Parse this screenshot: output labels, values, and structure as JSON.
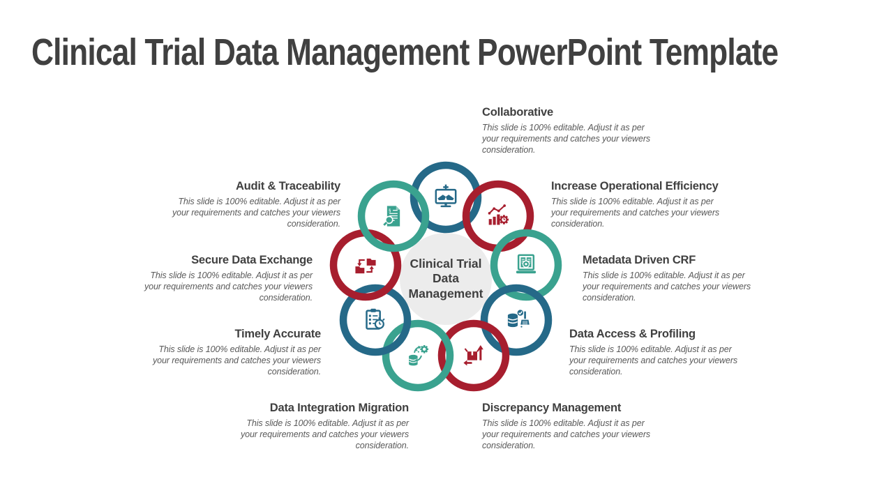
{
  "slide": {
    "title": "Clinical Trial Data Management PowerPoint Template"
  },
  "center": {
    "lines": [
      "Clinical Trial",
      "Data",
      "Management"
    ]
  },
  "colors": {
    "blue": "#256988",
    "red": "#A71E2E",
    "teal": "#3AA28F",
    "heading_text": "#404040",
    "body_text": "#595959",
    "center_circle_bg": "#ECECEC",
    "center_circle_text": "#3F3F3F",
    "background": "#FFFFFF"
  },
  "items": [
    {
      "label": "Collaborative",
      "description": "This slide is 100% editable. Adjust it as per your requirements and catches your viewers consideration.",
      "color": "#256988",
      "icon": "handshake-monitor-icon"
    },
    {
      "label": "Increase Operational Efficiency",
      "description": "This slide is 100% editable. Adjust it as per your requirements and catches your viewers consideration.",
      "color": "#A71E2E",
      "icon": "bar-chart-gear-icon"
    },
    {
      "label": "Metadata Driven CRF",
      "description": "This slide is 100% editable. Adjust it as per your requirements and catches your viewers consideration.",
      "color": "#3AA28F",
      "icon": "laptop-documents-gear-icon"
    },
    {
      "label": "Data Access & Profiling",
      "description": "This slide is 100% editable. Adjust it as per your requirements and catches your viewers consideration.",
      "color": "#256988",
      "icon": "database-check-broom-icon"
    },
    {
      "label": "Discrepancy Management",
      "description": "This slide is 100% editable. Adjust it as per your requirements and catches your viewers consideration.",
      "color": "#A71E2E",
      "icon": "package-arrows-icon"
    },
    {
      "label": "Data Integration Migration",
      "description": "This slide is 100% editable. Adjust it as per your requirements and catches your viewers consideration.",
      "color": "#3AA28F",
      "icon": "database-sync-gear-icon"
    },
    {
      "label": "Timely Accurate",
      "description": "This slide is 100% editable. Adjust it as per your requirements and catches your viewers consideration.",
      "color": "#256988",
      "icon": "checklist-stopwatch-icon"
    },
    {
      "label": "Secure Data Exchange",
      "description": "This slide is 100% editable. Adjust it as per your requirements and catches your viewers consideration.",
      "color": "#A71E2E",
      "icon": "folders-transfer-icon"
    },
    {
      "label": "Audit & Traceability",
      "description": "This slide is 100% editable. Adjust it as per your requirements and catches your viewers consideration.",
      "color": "#3AA28F",
      "icon": "document-magnifier-icon"
    }
  ]
}
